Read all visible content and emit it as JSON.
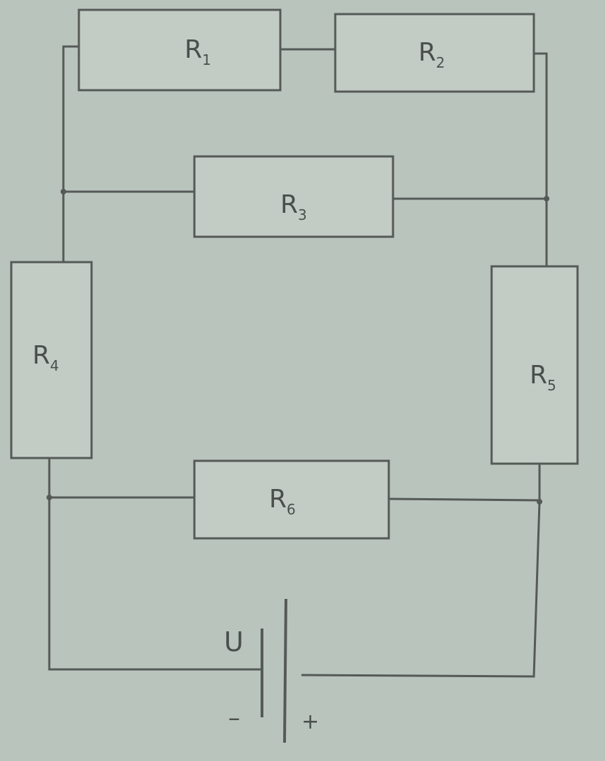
{
  "colors": {
    "background": "#b9c4bd",
    "wire": "#555a57",
    "resistor_fill": "#c2ccc5",
    "resistor_stroke": "#555a57",
    "label": "#4a4f4c"
  },
  "resistors": {
    "r1": {
      "label": "R",
      "sub": "1"
    },
    "r2": {
      "label": "R",
      "sub": "2"
    },
    "r3": {
      "label": "R",
      "sub": "3"
    },
    "r4": {
      "label": "R",
      "sub": "4"
    },
    "r5": {
      "label": "R",
      "sub": "5"
    },
    "r6": {
      "label": "R",
      "sub": "6"
    }
  },
  "source": {
    "label": "U",
    "minus": "–",
    "plus": "+"
  }
}
